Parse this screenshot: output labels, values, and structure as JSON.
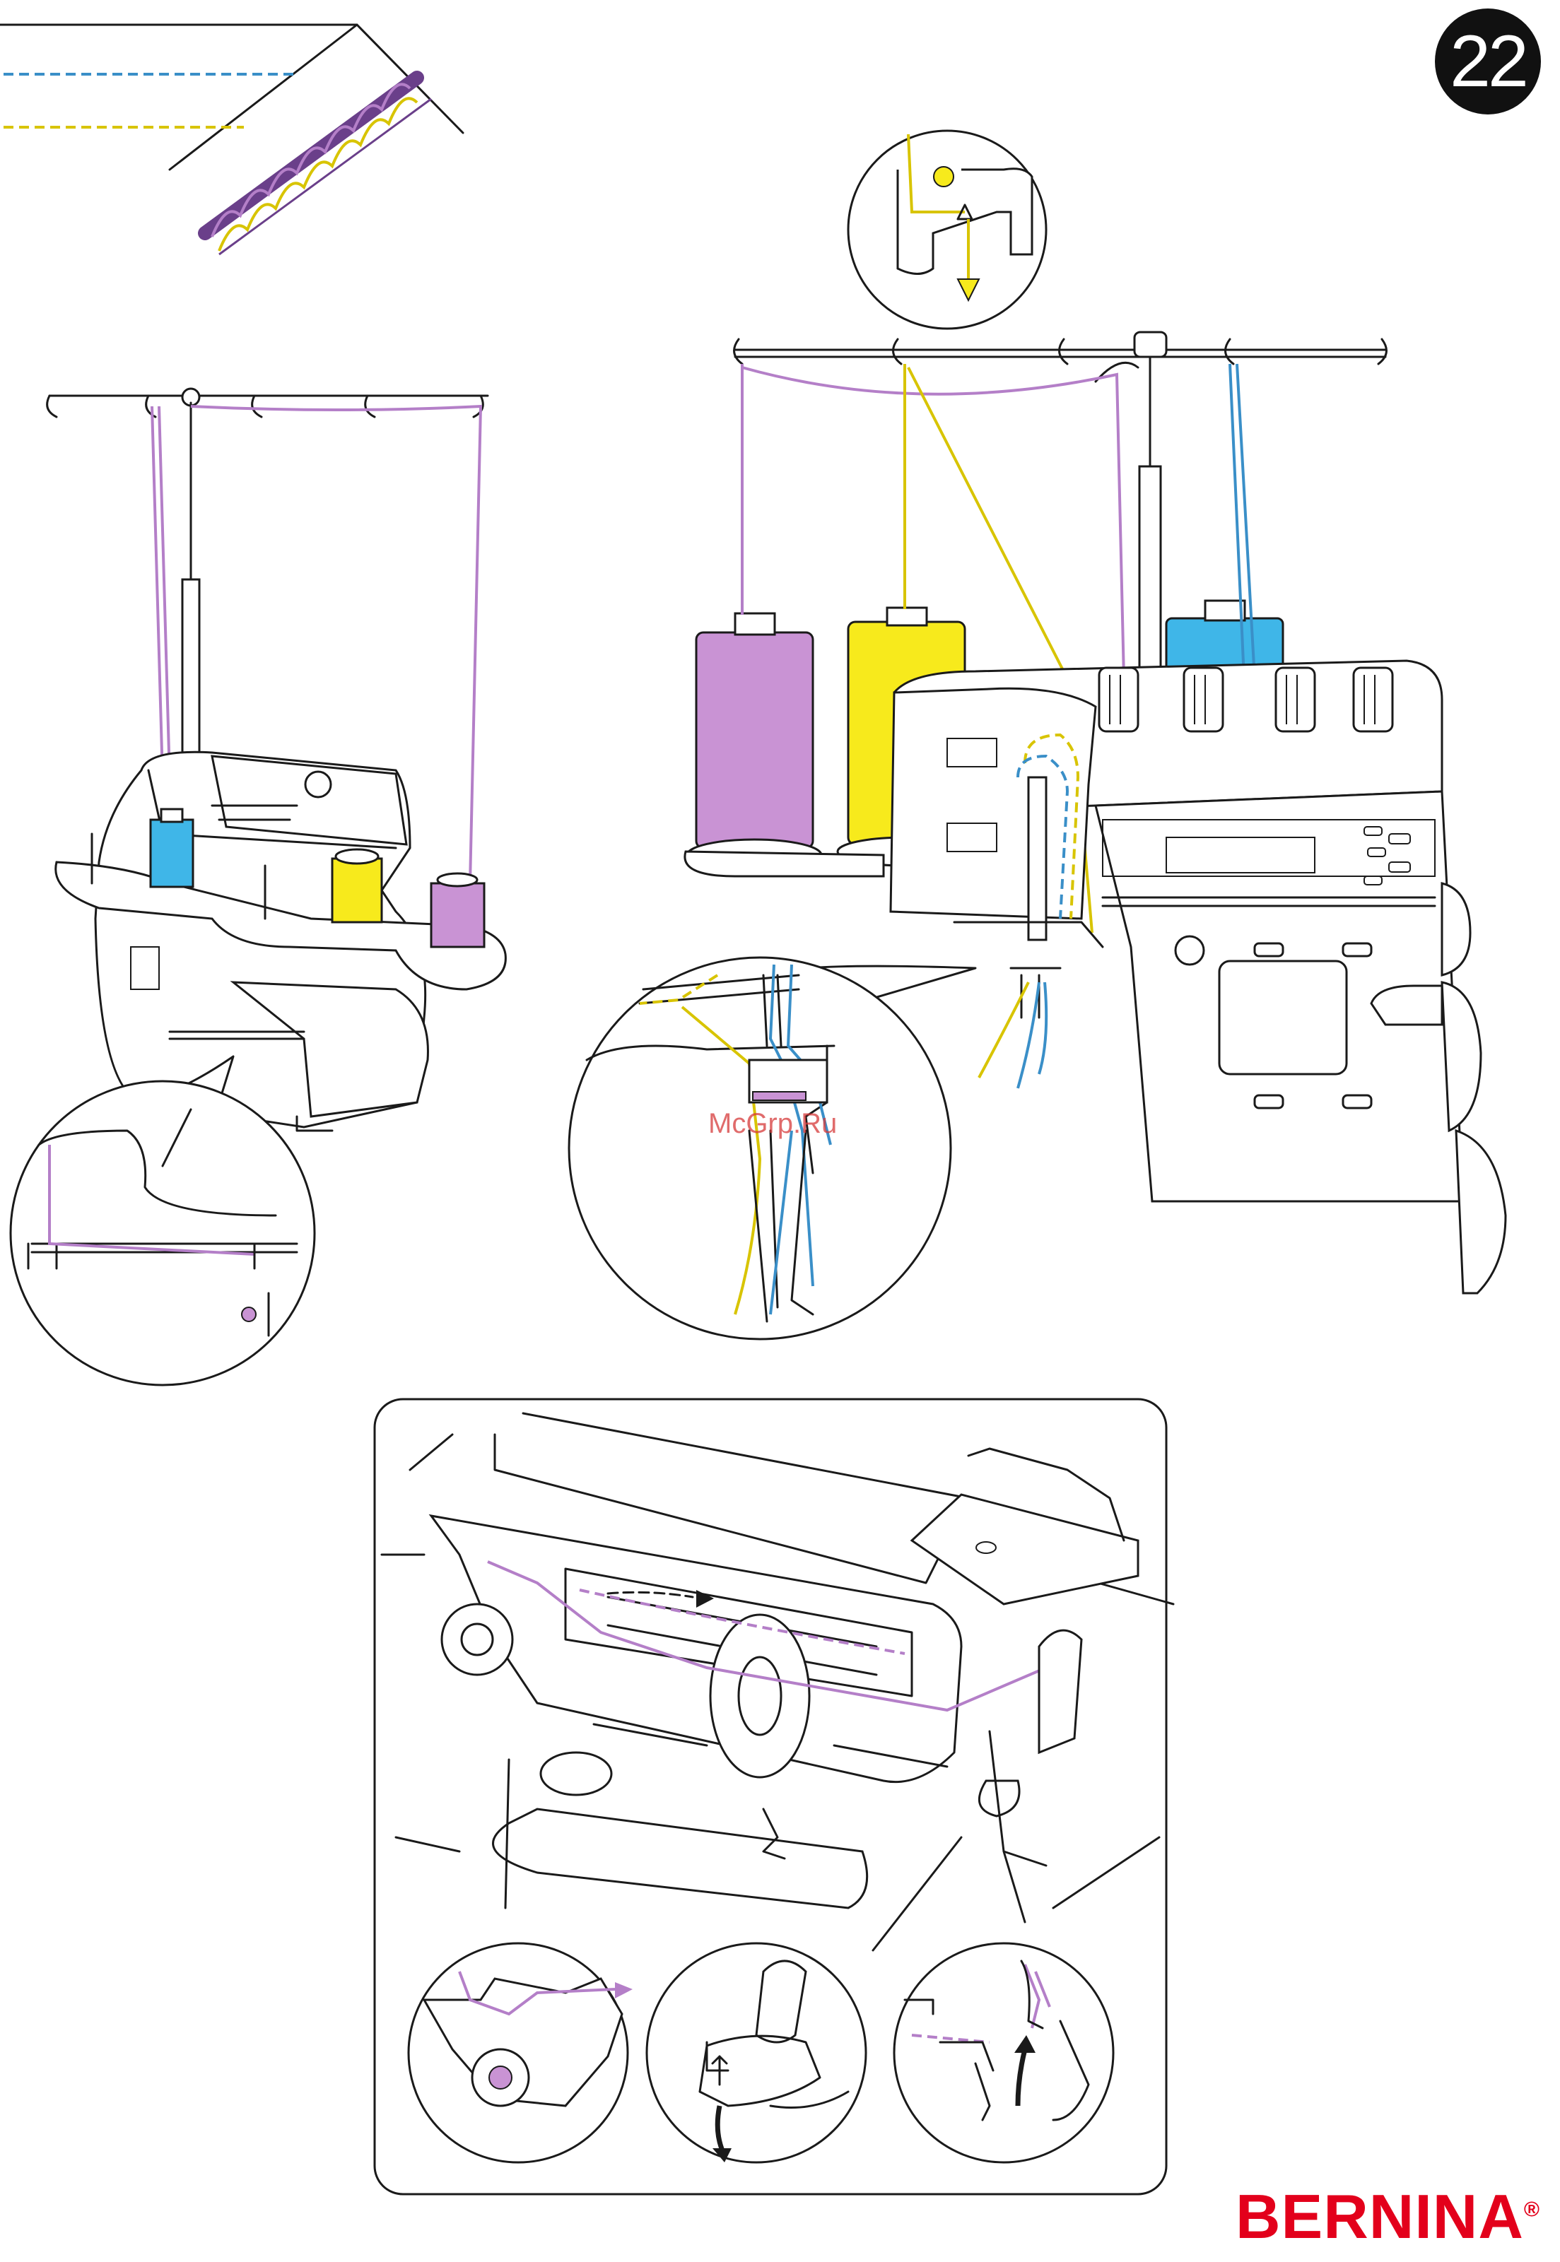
{
  "page": {
    "number": "22"
  },
  "watermark": {
    "text": "McGrp.Ru"
  },
  "brand": {
    "name": "BERNINA",
    "mark": "®"
  },
  "colors": {
    "lavender_thread": "#b47fc8",
    "yellow_thread": "#d8c400",
    "blue_thread": "#3a8fc8",
    "lavender_cone": "#c993d4",
    "yellow_cone": "#f7ea1c",
    "blue_cone": "#3fb6e8",
    "brand_red": "#e3001b"
  },
  "figures": [
    {
      "id": "stitch-sample"
    },
    {
      "id": "overlocker-overview-left"
    },
    {
      "id": "detail-lower-thread-guide"
    },
    {
      "id": "detail-needle-eye-inset"
    },
    {
      "id": "overlocker-threading-right"
    },
    {
      "id": "detail-needle-threading"
    },
    {
      "id": "looper-threading-panel"
    },
    {
      "id": "detail-looper-eye"
    },
    {
      "id": "detail-looper-lever"
    },
    {
      "id": "detail-looper-guide-hook"
    }
  ]
}
